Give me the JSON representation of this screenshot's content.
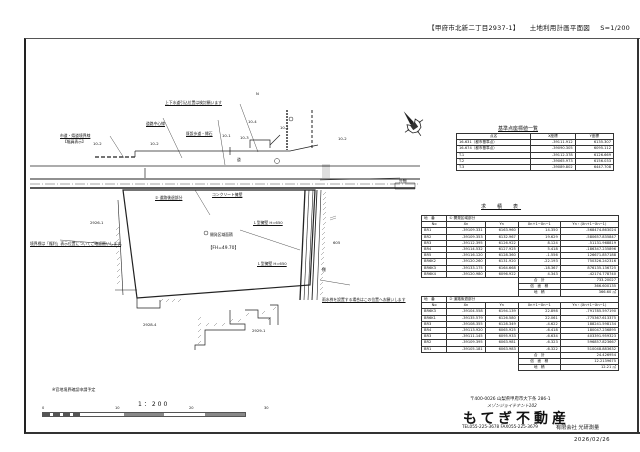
{
  "header": {
    "location": "【甲府市北新二丁目2937-1】",
    "drawing_title": "土地利用計画平面図",
    "scale": "S=1/200"
  },
  "plan": {
    "north_label": "N",
    "parcels": [
      {
        "id": "parcel-10-2-west",
        "label": "10-2"
      },
      {
        "id": "parcel-10-1",
        "label": "10-1"
      },
      {
        "id": "parcel-10-4",
        "label": "10-4"
      },
      {
        "id": "parcel-10-3",
        "label": "10-3"
      },
      {
        "id": "parcel-10-1-east",
        "label": "10-1"
      },
      {
        "id": "parcel-10-2-east",
        "label": "10-2"
      },
      {
        "id": "parcel-10-2-north",
        "label": "10-2"
      },
      {
        "id": "parcel-2926-1",
        "label": "2926-1"
      },
      {
        "id": "parcel-2928-4",
        "label": "2928-4"
      },
      {
        "id": "parcel-2929-1",
        "label": "2929-1"
      },
      {
        "id": "parcel-605",
        "label": "605"
      }
    ],
    "annotations": {
      "road_note_top": "上下水道引込位置は検討願います",
      "road_center": "道路中心線",
      "sidewalk": "既設歩道・縁石",
      "road_west": "市道・県道境界線",
      "road_west_sub": "【幅員表示】",
      "road_label": "道",
      "site_area_label": "開発区域面積",
      "site_area_value": "【FH=49.70】",
      "road_area_label": "② 道路後退部分",
      "concrete_1": "コンクリート擁壁",
      "concrete_2": "Ｌ型擁壁 H=650",
      "concrete_3": "Ｌ型擁壁 H=650",
      "drain_note": "雨水桝を設置する場合はこの位置へお願いします",
      "boundary_note": "境界標は「権利」表示位置についてご確認願いします",
      "cadastral_note": "※官地境界確認申請予定",
      "gaijyu_note": "外柵",
      "tanahako": "棚"
    },
    "scale_bar": {
      "label": "1：200",
      "ticks": [
        "0",
        "10",
        "20",
        "30"
      ]
    }
  },
  "table_control": {
    "caption": "基準点座標値一覧",
    "headers": [
      "点名",
      "X座標",
      "Y座標"
    ],
    "rows": [
      [
        "16-631（都市基準点）",
        "-39111.912",
        "6135.307"
      ],
      [
        "16-674（都市基準点）",
        "-39090.305",
        "6095.112"
      ],
      [
        "T.1",
        "-39112.378",
        "6126.669"
      ],
      [
        "T.2",
        "-39065.973",
        "6156.033"
      ],
      [
        "T.3",
        "-39089.802",
        "6447.708"
      ]
    ]
  },
  "table_area_main": {
    "caption": "求　積　表",
    "section_label": "① 開発区域部分",
    "headers": [
      "No",
      "Xn",
      "Yn",
      "Xn+1−Xn−1",
      "Yn・(Xn+1−Xn−1)"
    ],
    "col_header_left": "地　番",
    "rows": [
      [
        "BR1",
        "-39109.331",
        "6163.960",
        "14.350",
        "-568474.863024"
      ],
      [
        "BR2",
        "-39109.353",
        "6132.967",
        "19.629",
        "-580657.835847"
      ],
      [
        "BR3",
        "-39112.395",
        "6126.922",
        "8.124",
        "-51131.968819"
      ],
      [
        "BR4",
        "-39114.532",
        "6127.925",
        "5.418",
        "-186347.235896"
      ],
      [
        "BR5",
        "-39116.120",
        "6128.360",
        "-1.556",
        "126671.857188"
      ],
      [
        "BR6K2",
        "-39120.260",
        "6131.920",
        "-22.193",
        "750326.242316"
      ],
      [
        "BR6K3",
        "-39133.175",
        "6164.668",
        "-18.367",
        "876135.136725"
      ],
      [
        "BR6K4",
        "-39120.980",
        "6096.922",
        "4.343",
        "-42174.778740"
      ]
    ],
    "footer": [
      {
        "label": "合　計",
        "value": "733.20027"
      },
      {
        "label": "倍　面　積",
        "value": "366.600135"
      },
      {
        "label": "地　積",
        "value": "366.60",
        "unit": "㎡"
      }
    ]
  },
  "table_area_road": {
    "section_label": "② 道路後退部分",
    "headers": [
      "No",
      "Xn",
      "Yn",
      "Xn+1−Xn−1",
      "Yn・(Xn+1−Xn−1)"
    ],
    "col_header_left": "地　番",
    "rows": [
      [
        "BR6K3",
        "-39104.558",
        "6194.139",
        "22.898",
        "-791785.597190"
      ],
      [
        "BR6K1",
        "-39135.579",
        "6126.580",
        "22.061",
        "-775367.613375"
      ],
      [
        "BR3",
        "-39108.355",
        "6128.349",
        "-4.622",
        "188241.598134"
      ],
      [
        "BR4",
        "-39113.920",
        "6065.925",
        "-6.418",
        "180047.236895"
      ],
      [
        "BR3",
        "-39111.145",
        "6095.933",
        "-6.634",
        "403391.959323"
      ],
      [
        "BR2",
        "-39109.395",
        "6063.981",
        "-6.323",
        "596857.823667"
      ],
      [
        "BR1",
        "-39105.181",
        "6063.983",
        "-6.322",
        "510048.883632"
      ]
    ],
    "footer": [
      {
        "label": "合　計",
        "value": "24.426954"
      },
      {
        "label": "倍　面　積",
        "value": "12.2139675"
      },
      {
        "label": "地　積",
        "value": "12.21",
        "unit": "㎡"
      }
    ]
  },
  "company": {
    "address": "〒400-0026 山梨県甲府市大下条 286-1",
    "building": "メゾンジョイテナント102",
    "name": "もてぎ不動産",
    "contact": "TEL055-225-3678 FAX055-225-3679",
    "surveyor": "有限会社 光研測量"
  },
  "date": "2026/02/26"
}
